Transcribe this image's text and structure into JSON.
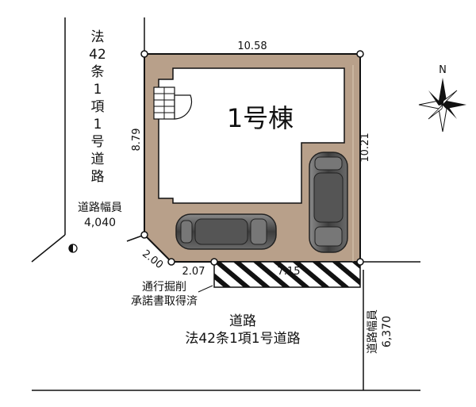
{
  "map": {
    "building_label": "1号棟",
    "north_label": "N",
    "dimensions": {
      "top": "10.58",
      "left": "8.79",
      "right": "10.21",
      "corner_chamfer": "2.00",
      "bottom_left": "2.07",
      "bottom_right": "7.15"
    },
    "left_road": {
      "vertical_text": "法42条1項1号道路",
      "width_title": "道路幅員",
      "width_value": "4,040"
    },
    "south_road": {
      "line1": "道路",
      "line2": "法42条1項1号道路"
    },
    "right_road": {
      "width_title": "道路幅員",
      "width_value": "6,370"
    },
    "excavation_note": {
      "line1": "通行掘削",
      "line2": "承諾書取得済"
    }
  },
  "colors": {
    "lot_fill": "#b8a08a",
    "building_fill": "#ffffff",
    "car_body": "#4a4a4a",
    "road_line": "#111111"
  }
}
